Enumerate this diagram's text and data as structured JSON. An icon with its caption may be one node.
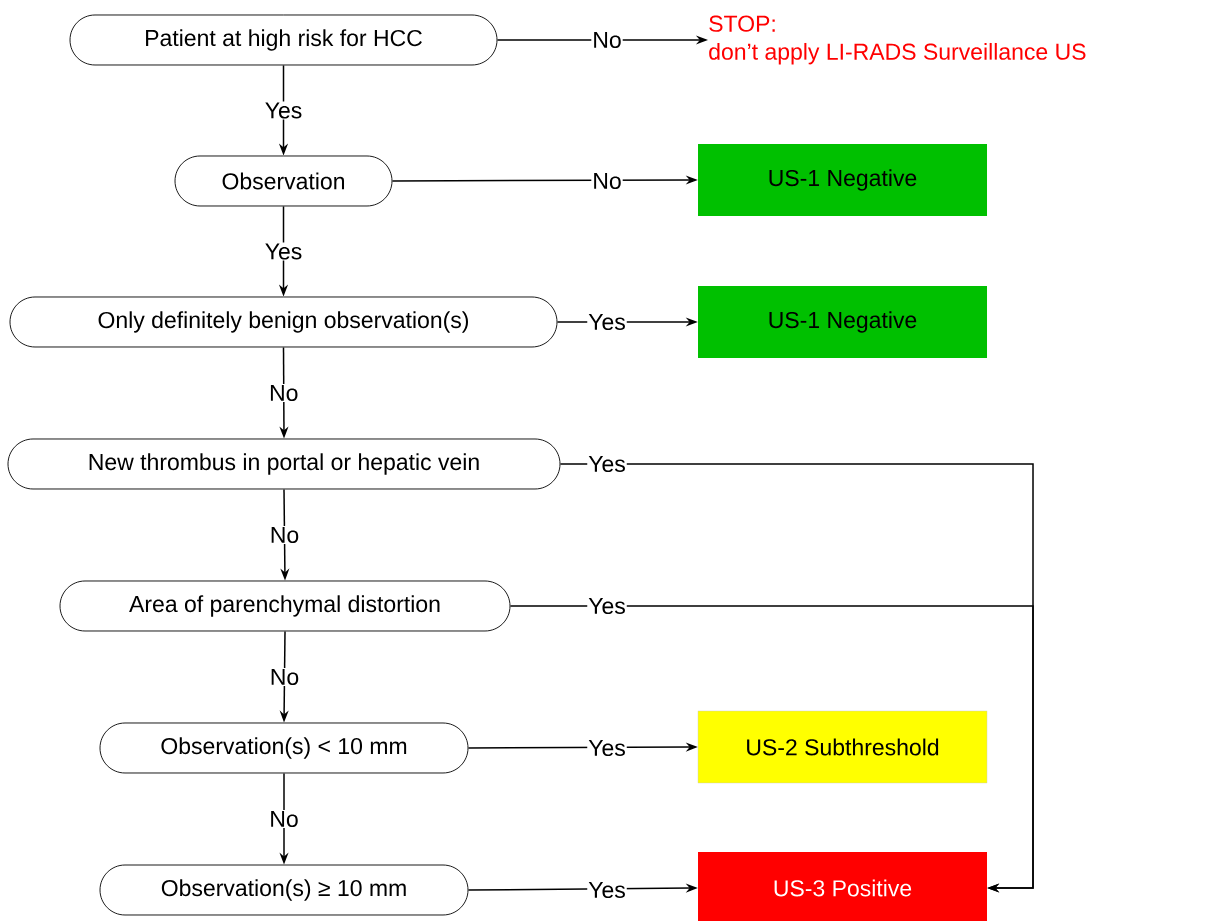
{
  "diagram": {
    "nodes": [
      {
        "text": [
          "Patient at high risk for HCC"
        ]
      },
      {
        "text": [
          "STOP:",
          "don’t apply LI-RADS Surveillance US"
        ]
      },
      {
        "text": [
          "Observation"
        ]
      },
      {
        "text": [
          "US-1 Negative"
        ]
      },
      {
        "text": [
          "Only definitely benign observation(s)"
        ]
      },
      {
        "text": [
          "US-1 Negative"
        ]
      },
      {
        "text": [
          "New thrombus in portal or hepatic vein"
        ]
      },
      {
        "text": [
          "Area of parenchymal distortion"
        ]
      },
      {
        "text": [
          "Observation(s) < 10 mm"
        ]
      },
      {
        "text": [
          "US-2 Subthreshold"
        ]
      },
      {
        "text": [
          "Observation(s) ≥ 10 mm"
        ]
      },
      {
        "text": [
          "US-3 Positive"
        ]
      }
    ],
    "edges": [
      {
        "from": 0,
        "to": 1,
        "arrow": "to",
        "label": "No"
      },
      {
        "from": 0,
        "to": 2,
        "arrow": "to",
        "label": "Yes"
      },
      {
        "from": 2,
        "to": 3,
        "arrow": "to",
        "label": "No"
      },
      {
        "from": 2,
        "to": 4,
        "arrow": "to",
        "label": "Yes"
      },
      {
        "from": 4,
        "to": 5,
        "arrow": "to",
        "label": "Yes"
      },
      {
        "from": 4,
        "to": 6,
        "arrow": "to",
        "label": "No"
      },
      {
        "from": 6,
        "to": 11,
        "arrow": "to",
        "label": "Yes"
      },
      {
        "from": 6,
        "to": 7,
        "arrow": "to",
        "label": "No"
      },
      {
        "from": 7,
        "to": 11,
        "arrow": "to",
        "label": "Yes"
      },
      {
        "from": 7,
        "to": 8,
        "arrow": "to",
        "label": "No"
      },
      {
        "from": 8,
        "to": 9,
        "arrow": "to",
        "label": "Yes"
      },
      {
        "from": 8,
        "to": 10,
        "arrow": "to",
        "label": "No"
      },
      {
        "from": 10,
        "to": 11,
        "arrow": "to",
        "label": "Yes"
      }
    ]
  }
}
